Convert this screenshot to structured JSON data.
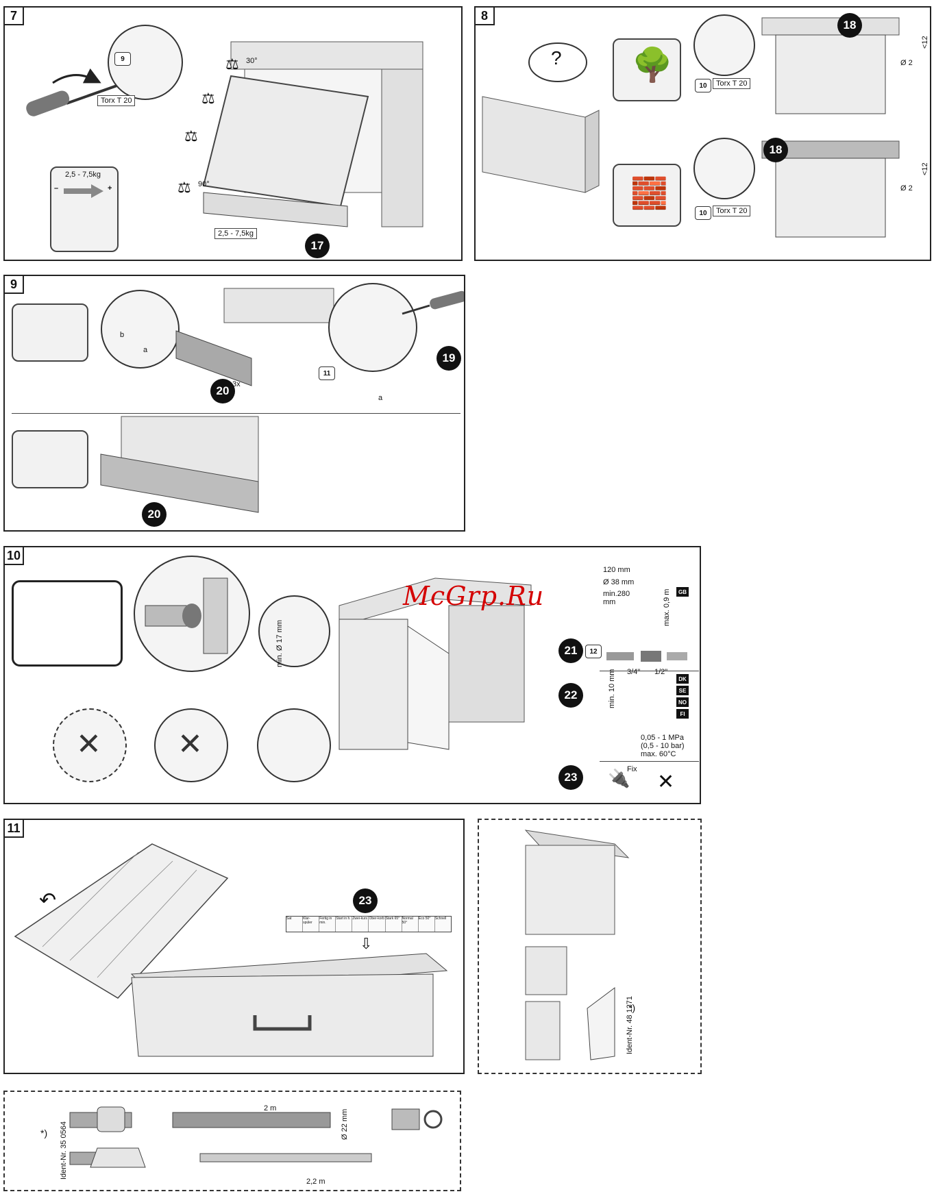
{
  "watermark": "McGrp.Ru",
  "panel7": {
    "num": "7",
    "screw_code": "9",
    "torx": "Torx T 20",
    "weight_range": "2,5 - 7,5kg",
    "minus": "–",
    "plus": "+",
    "angle_top": "30°",
    "angle_bottom": "90°",
    "door_weight": "2,5 - 7,5kg",
    "badge": "17"
  },
  "panel8": {
    "num": "8",
    "question": "?",
    "badge": "18",
    "screw_code": "10",
    "torx": "Torx T 20",
    "dim_12": "<12",
    "dim_d2": "Ø 2"
  },
  "panel9": {
    "num": "9",
    "badge_screw": "19",
    "badge_strip": "20",
    "screw_code": "11",
    "label_a": "a",
    "label_b": "b",
    "label_3x": "3x"
  },
  "panel10": {
    "num": "10",
    "min_d17": "min. Ø 17 mm",
    "badge_21": "21",
    "badge_22": "22",
    "badge_23": "23",
    "hose_code": "12",
    "h120": "120 mm",
    "d38": "Ø 38 mm",
    "min280": "min.280 mm",
    "max09": "max. 0,9 m",
    "gb": "GB",
    "min10": "min. 10 mm",
    "thread_34": "3/4\"",
    "thread_12": "1/2\"",
    "countries": [
      "DK",
      "SE",
      "NO",
      "FI"
    ],
    "pressure": "0,05 - 1 MPa",
    "pressure_bar": "(0,5 - 10 bar)",
    "temp": "max. 60°C",
    "fix": "Fix"
  },
  "panel11": {
    "num": "11",
    "badge": "23",
    "strip_labels": [
      "Sat",
      "Klar-spüler",
      "Fertig in min.",
      "Start in h.",
      "Zwei-kurs",
      "Ober-korb",
      "Stark 65°",
      "Normal 50°",
      "Eco 50°",
      "Schnell"
    ],
    "ident_right": "Ident-Nr. 48 1271",
    "star_note": "*)"
  },
  "accessories": {
    "ident_left": "Ident-Nr. 35 0564",
    "star_note": "*)",
    "len_2m": "2 m",
    "d22": "Ø 22 mm",
    "len_22m": "2,2 m"
  }
}
